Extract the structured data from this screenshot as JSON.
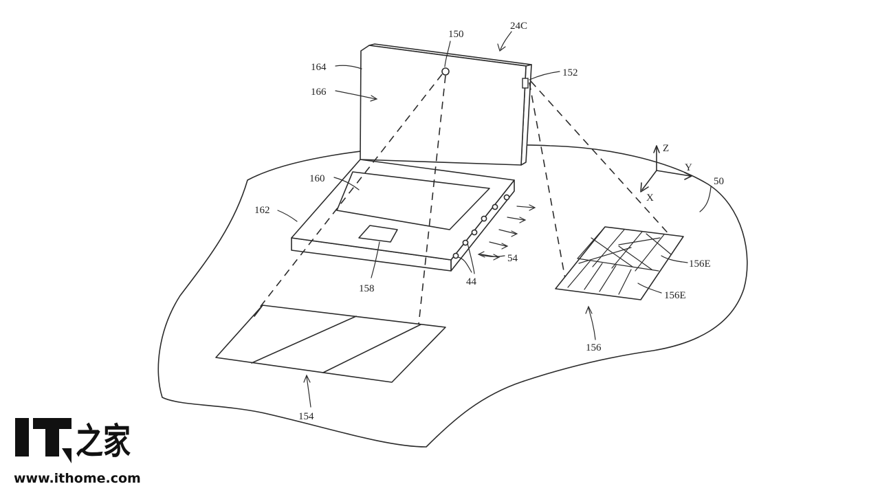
{
  "labels": {
    "device": "24C",
    "projector_top": "150",
    "projector_side": "152",
    "lid_edge": "164",
    "lid_face": "166",
    "display": "160",
    "base": "162",
    "trackpad": "158",
    "sensors": "44",
    "light": "54",
    "surface": "50",
    "projection_left": "154",
    "projection_right": "156",
    "segment_a": "156E",
    "segment_b": "156E"
  },
  "axes": {
    "z": "Z",
    "y": "Y",
    "x": "X"
  },
  "watermark": {
    "logo": "IT之家",
    "url": "www.ithome.com"
  },
  "colors": {
    "line": "#2b2b2b",
    "background": "#ffffff",
    "logo": "#111111"
  }
}
